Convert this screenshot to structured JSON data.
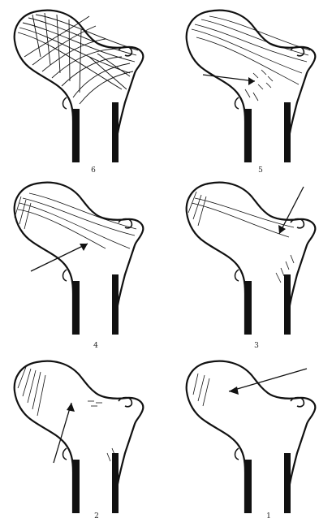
{
  "panels": [
    {
      "id": "6",
      "label": "6",
      "trabeculae": "dense"
    },
    {
      "id": "5",
      "label": "5",
      "trabeculae": "medium",
      "arrow": "left"
    },
    {
      "id": "4",
      "label": "4",
      "trabeculae": "medium-light",
      "arrow": "lower-left"
    },
    {
      "id": "3",
      "label": "3",
      "trabeculae": "light",
      "arrow": "top-right"
    },
    {
      "id": "2",
      "label": "2",
      "trabeculae": "sparse",
      "arrow": "bottom-left"
    },
    {
      "id": "1",
      "label": "1",
      "trabeculae": "minimal",
      "arrow": "top-right-long"
    }
  ],
  "colors": {
    "ink": "#111111",
    "paper": "#ffffff"
  }
}
